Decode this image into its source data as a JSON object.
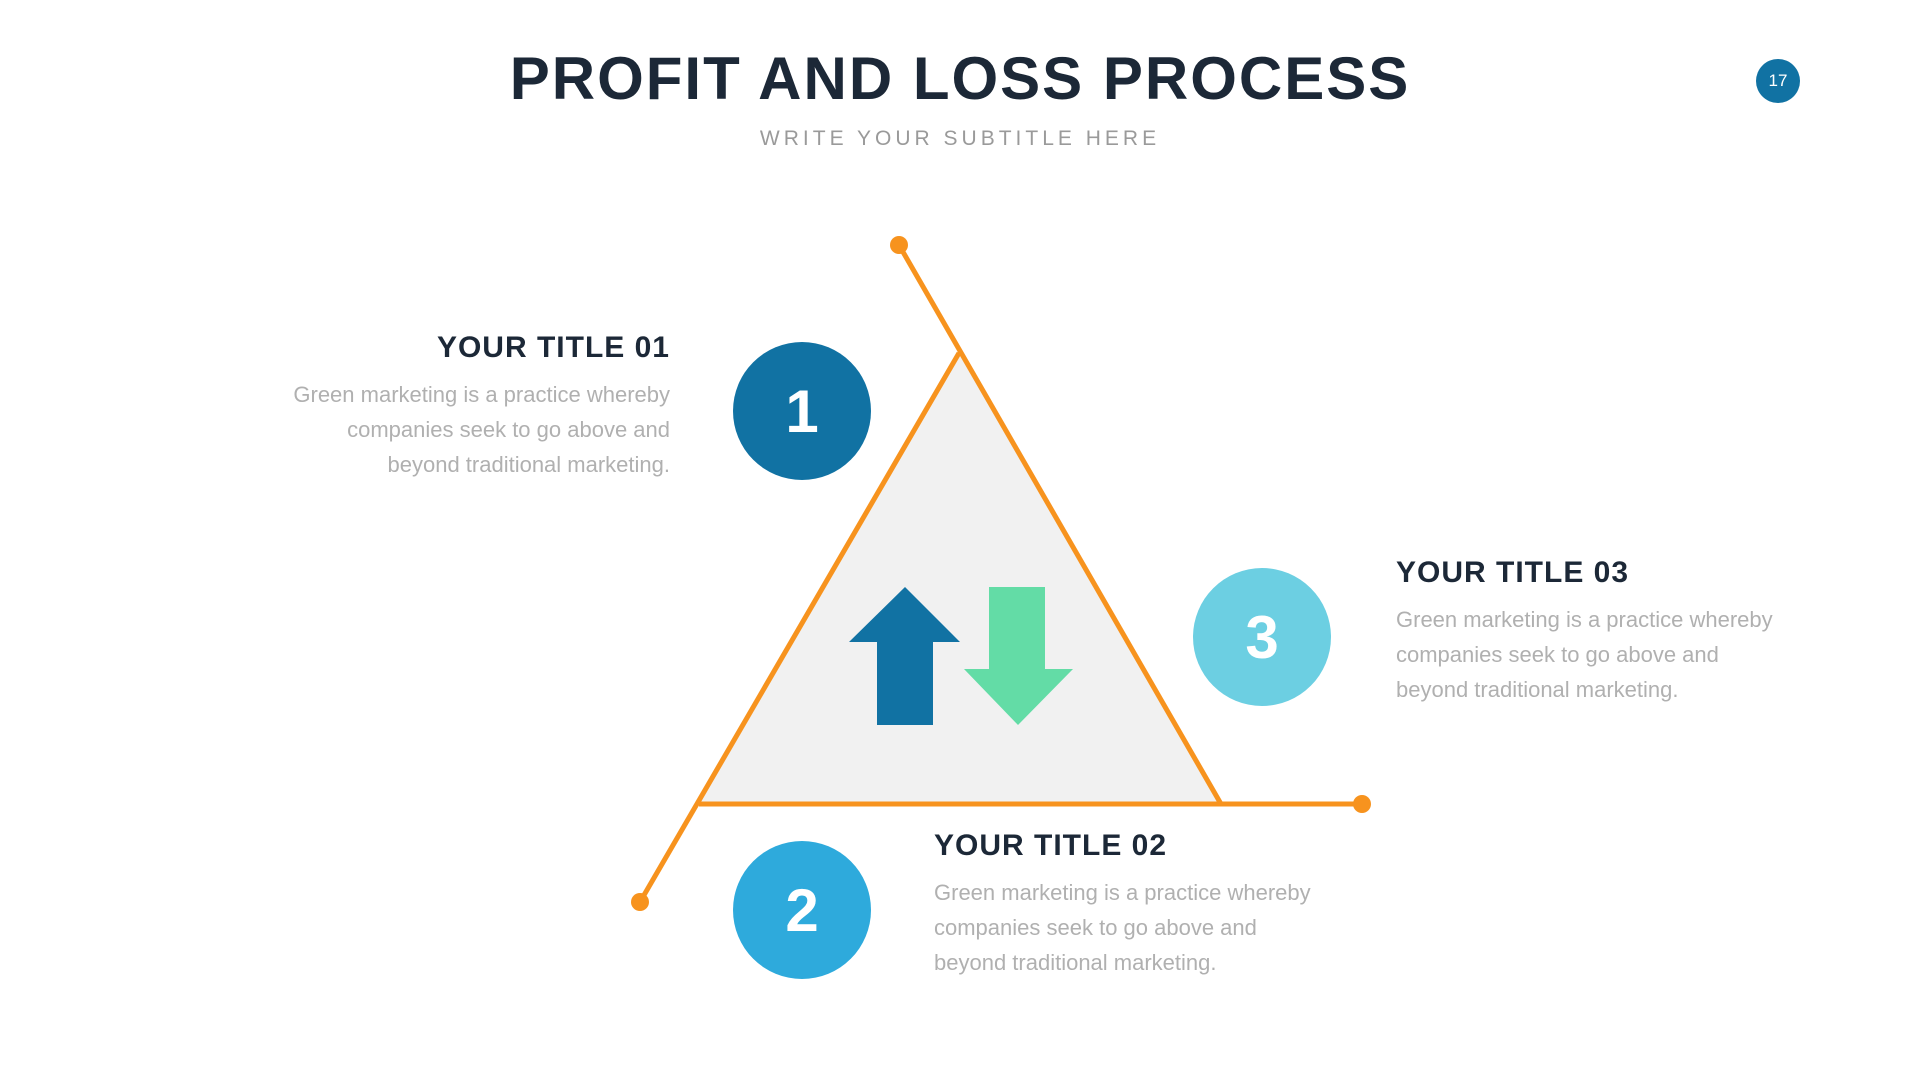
{
  "header": {
    "title": "PROFIT AND LOSS PROCESS",
    "subtitle": "WRITE YOUR SUBTITLE HERE",
    "page_number": "17"
  },
  "colors": {
    "orange": "#f7931e",
    "dark_blue": "#1172a3",
    "blue": "#2eaadc",
    "light_blue": "#6ccfe2",
    "green": "#63dca6",
    "triangle_fill": "#f1f1f1"
  },
  "steps": [
    {
      "number": "1",
      "title": "YOUR TITLE 01",
      "text": "Green marketing is a practice whereby companies seek to go above and beyond traditional marketing."
    },
    {
      "number": "2",
      "title": "YOUR TITLE 02",
      "text": "Green marketing is a practice whereby companies seek to go above and beyond traditional marketing."
    },
    {
      "number": "3",
      "title": "YOUR TITLE 03",
      "text": "Green marketing is a practice whereby companies seek to go above and beyond traditional marketing."
    }
  ],
  "icons": [
    "arrow-up-icon",
    "arrow-down-icon"
  ]
}
